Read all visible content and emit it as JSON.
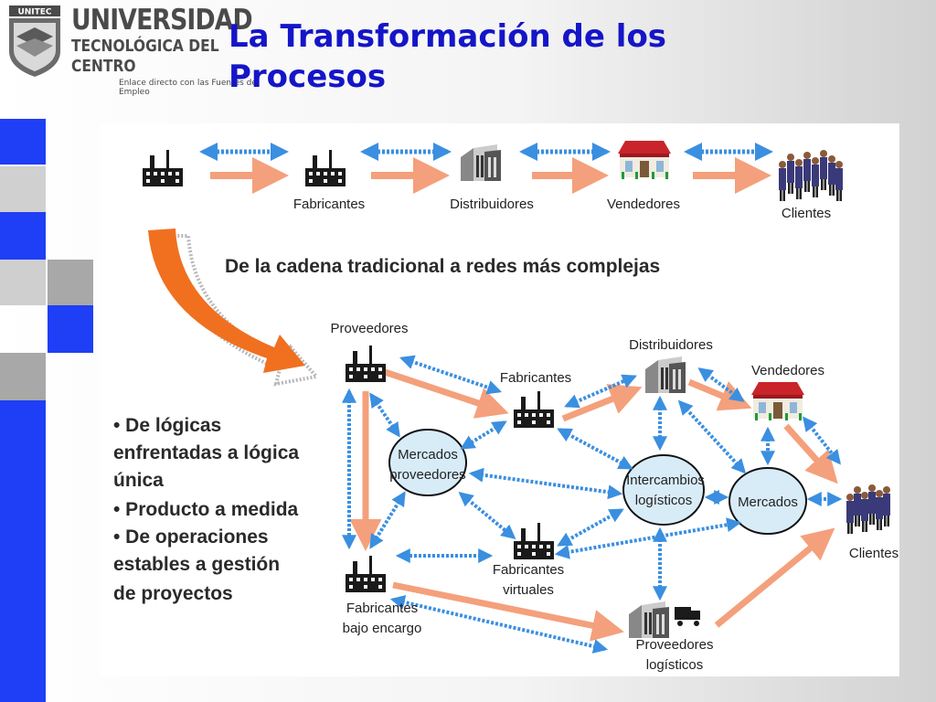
{
  "header": {
    "logo_small": "UNITEC",
    "logo_name": "UNIVERSIDAD",
    "logo_sub": "TECNOLÓGICA DEL CENTRO",
    "logo_tag": "Enlace directo con las Fuentes de Empleo",
    "title": "La Transformación de los Procesos"
  },
  "top_chain": {
    "nodes": [
      "Fabricantes",
      "Distribuidores",
      "Vendedores",
      "Clientes"
    ]
  },
  "subtitle": "De la cadena tradicional a redes más complejas",
  "network": {
    "proveedores": "Proveedores",
    "fabricantes": "Fabricantes",
    "distribuidores": "Distribuidores",
    "vendedores": "Vendedores",
    "mercados_prov_1": "Mercados",
    "mercados_prov_2": "proveedores",
    "intercambios_1": "Intercambios",
    "intercambios_2": "logísticos",
    "mercados": "Mercados",
    "clientes": "Clientes",
    "fab_virtuales_1": "Fabricantes",
    "fab_virtuales_2": "virtuales",
    "fab_encargo_1": "Fabricantes",
    "fab_encargo_2": "bajo encargo",
    "prov_log_1": "Proveedores",
    "prov_log_2": "logísticos"
  },
  "bullets": {
    "b1_l1": "• De lógicas",
    "b1_l2": "enfrentadas a lógica",
    "b1_l3": "única",
    "b2_l1": "• Producto a medida",
    "b3_l1": "• De operaciones",
    "b3_l2": "estables a gestión",
    "b3_l3": "de proyectos"
  },
  "colors": {
    "title": "#1515c8",
    "solid_arrow": "#f4a07c",
    "dotted_arrow": "#3a8fe0",
    "ellipse_fill": "#d8ecf8",
    "big_arrow": "#f07020",
    "deco_blue": "#1e3ff5",
    "deco_gray": "#b4b4b4"
  },
  "icons": [
    "factory-icon",
    "warehouse-icon",
    "store-icon",
    "people-icon",
    "truck-icon"
  ]
}
